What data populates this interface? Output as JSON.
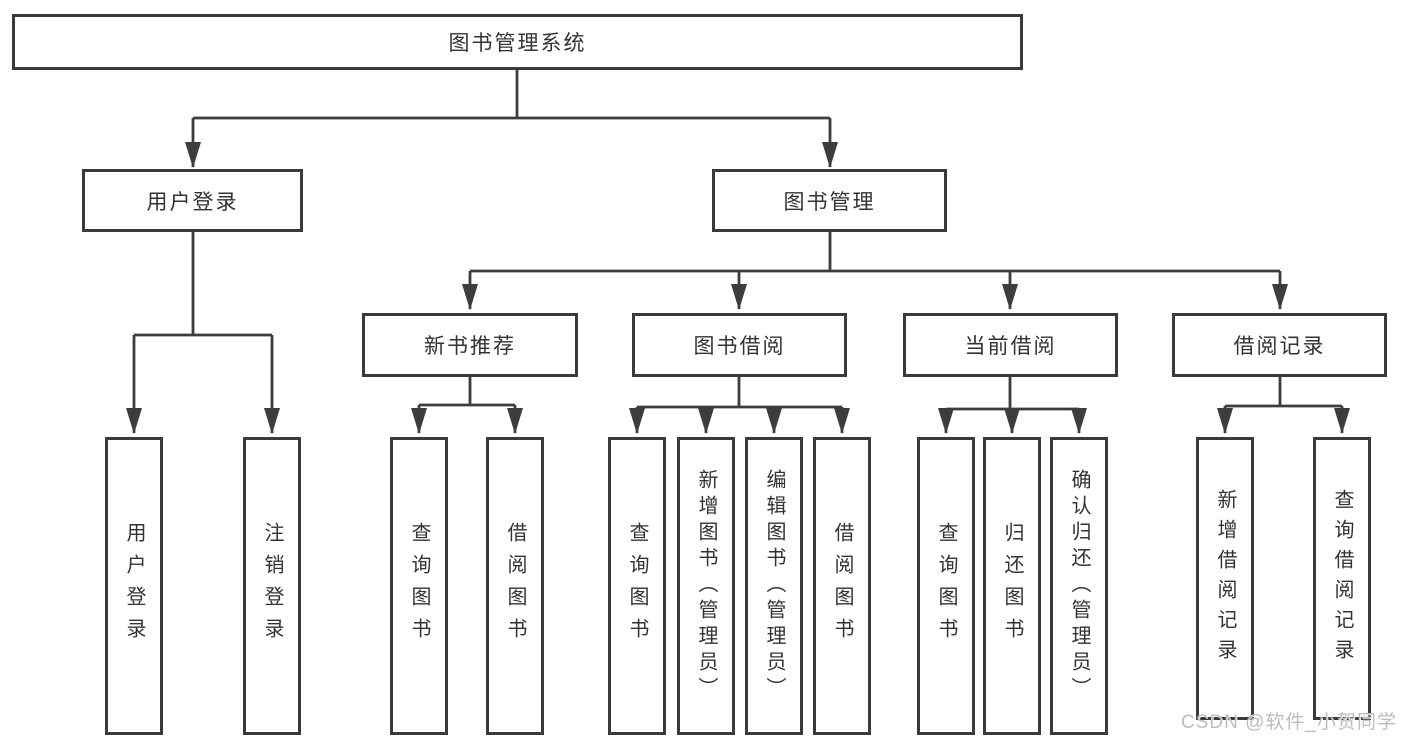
{
  "tree": {
    "root": "图书管理系统",
    "branches": {
      "user_login": {
        "label": "用户登录",
        "children": {
          "login": "用户登录",
          "logout": "注销登录"
        }
      },
      "book_mgmt": {
        "label": "图书管理",
        "children": {
          "new_book_rec": {
            "label": "新书推荐",
            "children": {
              "query": "查询图书",
              "borrow": "借阅图书"
            }
          },
          "book_borrow": {
            "label": "图书借阅",
            "children": {
              "query": "查询图书",
              "add": "新增图书（管理员）",
              "edit": "编辑图书（管理员）",
              "borrow": "借阅图书"
            }
          },
          "current_borrow": {
            "label": "当前借阅",
            "children": {
              "query": "查询图书",
              "return": "归还图书",
              "confirm": "确认归还（管理员）"
            }
          },
          "borrow_records": {
            "label": "借阅记录",
            "children": {
              "add": "新增借阅记录",
              "query": "查询借阅记录"
            }
          }
        }
      }
    }
  },
  "watermark": "CSDN @软件_小贺同学",
  "colors": {
    "line": "#3d3d3d",
    "text": "#333333",
    "box_background": "#ffffff",
    "watermark": "#bdbdbd"
  }
}
